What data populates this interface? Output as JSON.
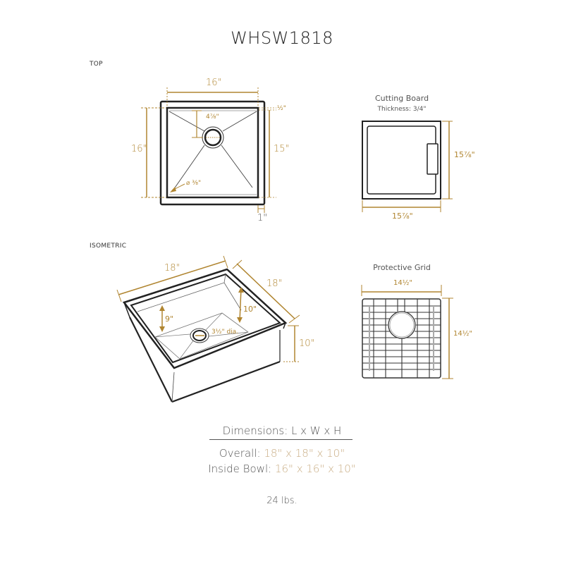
{
  "title": "WHSW1818",
  "sections": {
    "top": "TOP",
    "isometric": "ISOMETRIC"
  },
  "top_view": {
    "width": "16\"",
    "height": "16\"",
    "inner_height": "15\"",
    "rim": "½\"",
    "flange": "1\"",
    "drain_offset": "4⅞\"",
    "corner_radius": "⌀ ⅜\""
  },
  "cutting_board": {
    "title": "Cutting Board",
    "thickness": "Thickness: 3/4\"",
    "width": "15⅞\"",
    "height": "15⅞\""
  },
  "isometric_view": {
    "length": "18\"",
    "width": "18\"",
    "height": "10\"",
    "inner_depth_back": "10\"",
    "inner_depth_front": "9\"",
    "drain": "3½\" dia."
  },
  "protective_grid": {
    "title": "Protective Grid",
    "width": "14½\"",
    "height": "14½\""
  },
  "summary": {
    "heading": "Dimensions: L x W x H",
    "overall_label": "Overall:",
    "overall_value": "18\" x 18\" x 10\"",
    "inside_label": "Inside Bowl:",
    "inside_value": "16\" x 16\" x 10\"",
    "weight": "24 lbs."
  },
  "colors": {
    "accent": "#b08530",
    "line": "#222222"
  }
}
